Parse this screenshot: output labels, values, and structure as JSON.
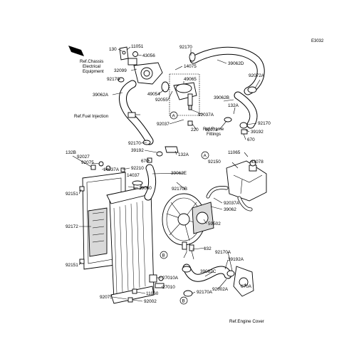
{
  "diagram_code": "E3032",
  "front_label": "FRONT",
  "references": {
    "chassis_electrical": "Ref. Chassis Electrical Equipment",
    "fuel_injection": "Ref.Fuel Injection",
    "frame_fittings": "Ref.Frame Fittings",
    "engine_cover": "Ref.Engine Cover"
  },
  "connectors": [
    "A",
    "A",
    "B",
    "B"
  ],
  "part_labels": [
    "130",
    "11051",
    "43056",
    "92170",
    "14075",
    "39062D",
    "92072A",
    "32099",
    "92170",
    "49054",
    "49065",
    "92055",
    "39062A",
    "39062B",
    "132A",
    "92037A",
    "92170",
    "39192",
    "670",
    "92072",
    "92037",
    "220",
    "92170",
    "39192",
    "132A",
    "670",
    "11065",
    "43078",
    "92150",
    "132B",
    "92027",
    "92075",
    "14037A",
    "92210",
    "14037",
    "39060",
    "92151",
    "39062E",
    "92170B",
    "92037A",
    "39062",
    "92172",
    "59502",
    "132",
    "92170A",
    "39192A",
    "39062C",
    "670A",
    "92002A",
    "27010A",
    "27010",
    "92151",
    "11060",
    "92170A",
    "92075",
    "92002"
  ]
}
